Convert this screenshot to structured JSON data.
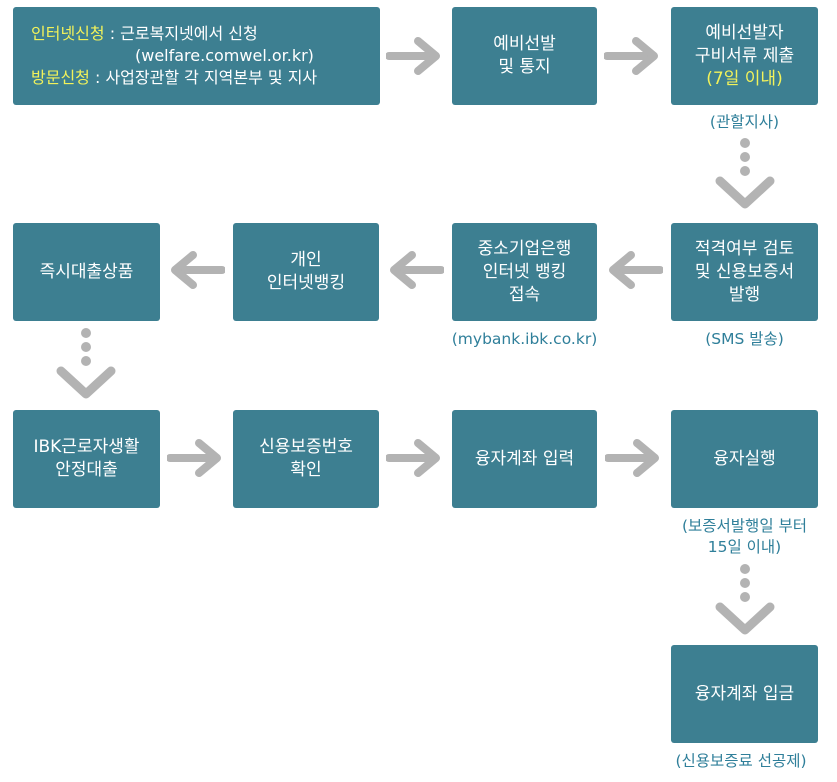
{
  "colors": {
    "box": "#3d7f91",
    "highlight": "#f2f25a",
    "arrow": "#b3b3b3",
    "note": "#2f7f9a"
  },
  "steps": {
    "apply": {
      "online_label": "인터넷신청",
      "online_text": " : 근로복지넷에서 신청",
      "online_url": "(welfare.comwel.or.kr)",
      "visit_label": "방문신청",
      "visit_text": " : 사업장관할 각 지역본부 및 지사"
    },
    "notify": {
      "line1": "예비선발",
      "line2": "및 통지"
    },
    "submit": {
      "line1": "예비선발자",
      "line2": "구비서류 제출",
      "line3": "(7일 이내)",
      "note": "(관할지사)"
    },
    "review": {
      "line1": "적격여부 검토",
      "line2": "및 신용보증서",
      "line3": "발행",
      "note": "(SMS 발송)"
    },
    "access": {
      "line1": "중소기업은행",
      "line2": "인터넷 뱅킹",
      "line3": "접속",
      "note": "(mybank.ibk.co.kr)"
    },
    "personal": {
      "line1": "개인",
      "line2": "인터넷뱅킹"
    },
    "instant": {
      "line1": "즉시대출상품"
    },
    "loan": {
      "line1": "IBK근로자생활",
      "line2": "안정대출"
    },
    "guarantee": {
      "line1": "신용보증번호",
      "line2": "확인"
    },
    "account": {
      "line1": "융자계좌 입력"
    },
    "execute": {
      "line1": "융자실행",
      "note1": "(보증서발행일 부터",
      "note2": "15일 이내)"
    },
    "deposit": {
      "line1": "융자계좌 입금",
      "note": "(신용보증료 선공제)"
    }
  }
}
